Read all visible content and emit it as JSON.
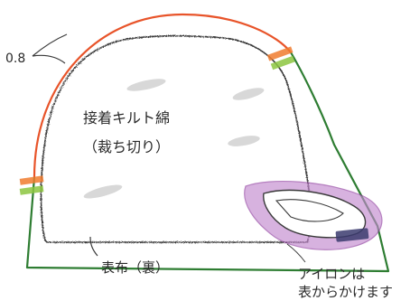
{
  "labels": {
    "seam_allowance": "0.8",
    "batting_line1": "接着キルト綿",
    "batting_line2": "（裁ち切り）",
    "outer_fabric": "表布（裏）",
    "iron_line1": "アイロンは",
    "iron_line2": "表からかけます"
  },
  "colors": {
    "top_stitch": "#e8542a",
    "bottom_stitch": "#2e7d32",
    "batting_outline": "#3a3a3a",
    "batting_texture": "#c4c4c4",
    "iron": "#8e3c9e",
    "iron_fill": "#c389cf",
    "iron_handle": "#3b3b6e",
    "notch_orange": "#f07b2e",
    "notch_green": "#8cc63f"
  }
}
